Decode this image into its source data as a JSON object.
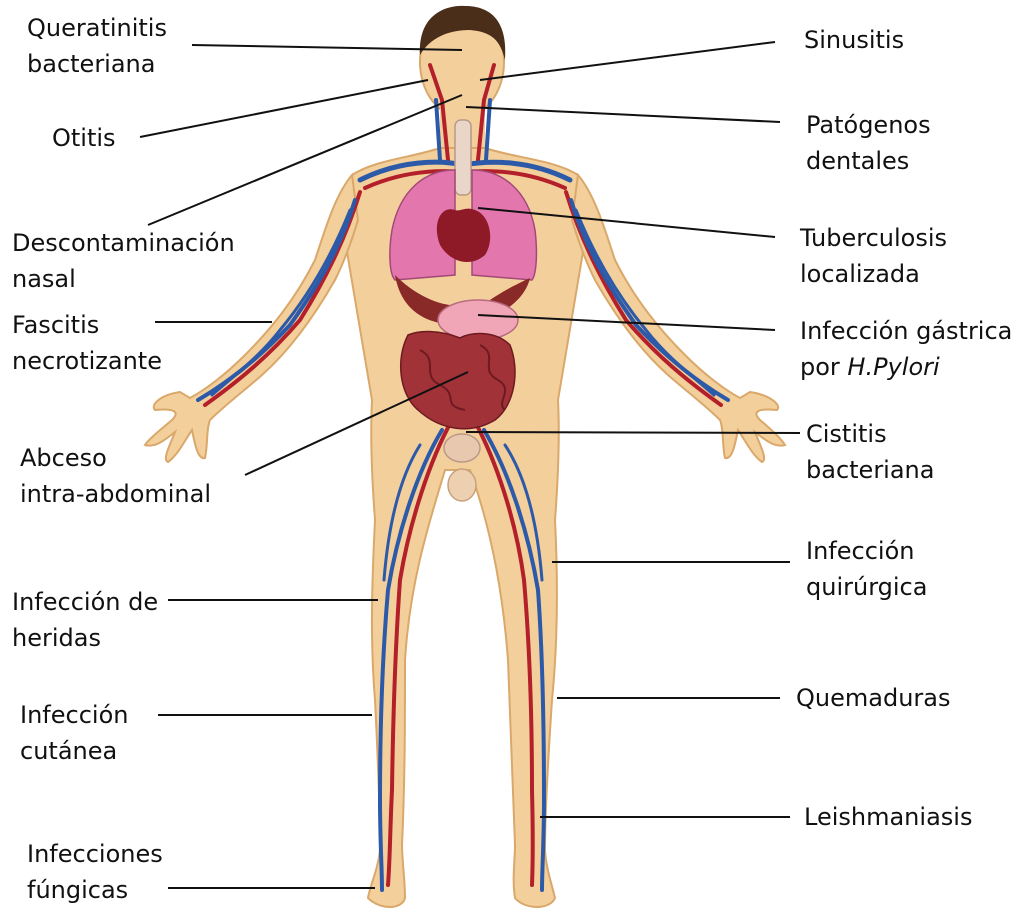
{
  "colors": {
    "skin": "#f3cf9c",
    "skin_outline": "#d9a86a",
    "hair": "#4a2e1a",
    "artery": "#b3202a",
    "vein": "#2c5aa8",
    "lung": "#e377ad",
    "heart": "#8e1a28",
    "liver": "#8a2a28",
    "intestine": "#a03238",
    "stomach": "#f0a6b6",
    "leader_line": "#111111"
  },
  "labels": {
    "queratitis": {
      "l1": "Queratinitis",
      "l2": "bacteriana"
    },
    "otitis": {
      "l1": "Otitis"
    },
    "descontaminacion": {
      "l1": "Descontaminación",
      "l2": "nasal"
    },
    "fascitis": {
      "l1": "Fascitis",
      "l2": "necrotizante"
    },
    "abceso": {
      "l1": "Abceso",
      "l2": "intra-abdominal"
    },
    "heridas": {
      "l1": "Infección de",
      "l2": "heridas"
    },
    "cutanea": {
      "l1": "Infección",
      "l2": "cutánea"
    },
    "fungicas": {
      "l1": "Infecciones",
      "l2": "fúngicas"
    },
    "sinusitis": {
      "l1": "Sinusitis"
    },
    "dentales": {
      "l1": "Patógenos",
      "l2": "dentales"
    },
    "tuberculosis": {
      "l1": "Tuberculosis",
      "l2": "localizada"
    },
    "gastrica": {
      "l1": "Infección gástrica",
      "l2a": "por ",
      "l2b": "H.Pylori"
    },
    "cistitis": {
      "l1": "Cistitis",
      "l2": "bacteriana"
    },
    "quirurgica": {
      "l1": "Infección",
      "l2": "quirúrgica"
    },
    "quemaduras": {
      "l1": "Quemaduras"
    },
    "leishmaniasis": {
      "l1": "Leishmaniasis"
    }
  }
}
